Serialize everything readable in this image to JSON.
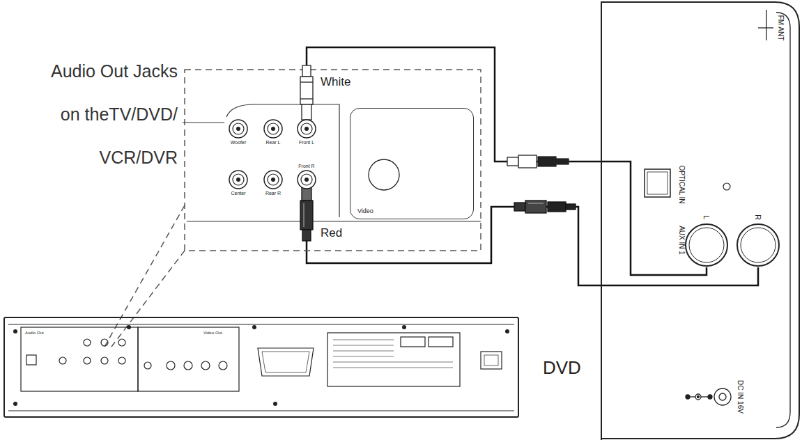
{
  "diagram": {
    "nodes": [
      {
        "text": [
          "Woofer"
        ]
      },
      {
        "text": [
          "Rear L"
        ]
      },
      {
        "text": [
          "Front L"
        ]
      },
      {
        "text": [
          "Center"
        ]
      },
      {
        "text": [
          "Rear R"
        ]
      },
      {
        "text": [
          "Front R"
        ]
      },
      {
        "text": [
          "Video"
        ]
      },
      {
        "text": [
          "DVD"
        ]
      },
      {
        "text": [
          "FM ANT",
          "OPTICAL IN",
          "AUX IN 1",
          "DC IN 16V"
        ]
      },
      {
        "text": [
          "L"
        ],
        "in": 8
      },
      {
        "text": [
          "R"
        ],
        "in": 8
      }
    ],
    "edges": [
      {
        "from": 2,
        "to": 9,
        "arrow": "none",
        "label": "White"
      },
      {
        "from": 5,
        "to": 10,
        "arrow": "none",
        "label": "Red"
      }
    ],
    "labels": [
      "Audio Out Jacks on theTV/DVD/ VCR/DVR",
      "Audio Out",
      "Video Out"
    ]
  }
}
